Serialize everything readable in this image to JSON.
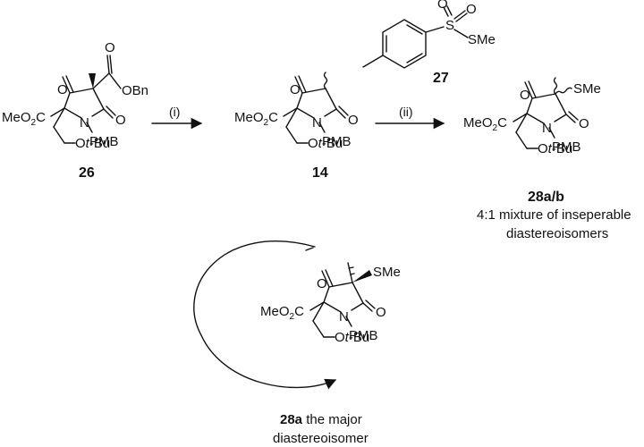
{
  "compounds": {
    "c26": {
      "label": "26",
      "ester": "OBn"
    },
    "c14": {
      "label": "14"
    },
    "c27": {
      "label": "27",
      "group": "SMe",
      "s": "S"
    },
    "c28ab": {
      "label": "28a/b",
      "note_line1": "4:1 mixture of inseperable",
      "note_line2": "diastereoisomers"
    },
    "c28a": {
      "label": "28a",
      "note_line1": " the major",
      "note_line2": "diastereoisomer"
    }
  },
  "atoms": {
    "o": "O",
    "n": "N",
    "pmb": "PMB",
    "meo2c_a": "MeO",
    "meo2c_sub": "2",
    "meo2c_b": "C",
    "ot": "O",
    "tbu": "t",
    "tbu_rest": "-Bu",
    "sme": "SMe"
  },
  "conditions": {
    "step1": "(i)",
    "step2": "(ii)"
  }
}
